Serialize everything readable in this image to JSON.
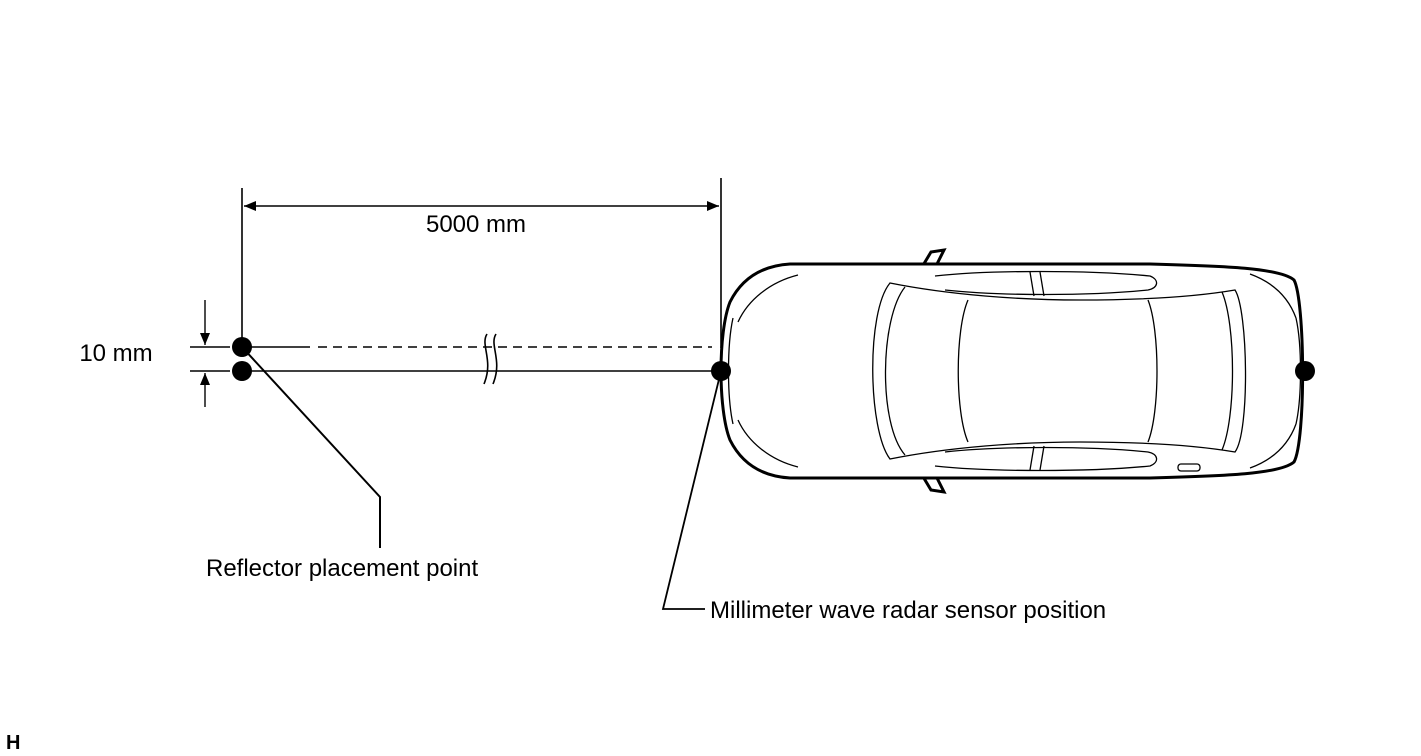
{
  "labels": {
    "distance": "5000 mm",
    "offset": "10 mm",
    "reflector": "Reflector placement point",
    "sensor": "Millimeter wave radar sensor position",
    "tag": "H"
  },
  "colors": {
    "line": "#000000",
    "background": "#ffffff"
  }
}
